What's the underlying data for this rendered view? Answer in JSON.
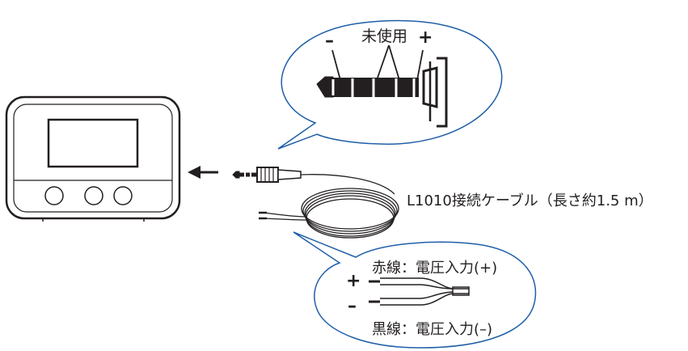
{
  "plug_labels": {
    "minus": "–",
    "unused": "未使用",
    "plus": "+"
  },
  "cable_label": "L1010接続ケーブル（長さ約1.5 m）",
  "wire_labels": {
    "red": "赤線：電圧入力(+)",
    "black": "黒線：電圧入力(–)",
    "plus_symbol": "+",
    "minus_symbol": "–"
  },
  "colors": {
    "line": "#231f20",
    "bubble_outline": "#1f5fa8"
  }
}
